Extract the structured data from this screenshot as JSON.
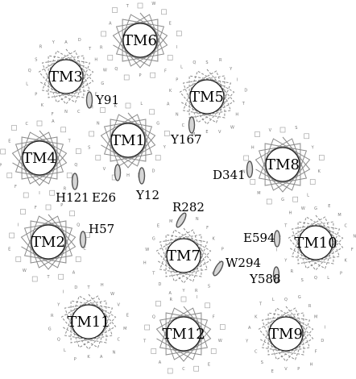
{
  "helices": [
    {
      "id": "tm6",
      "label": "TM6",
      "style": "solid"
    },
    {
      "id": "tm3",
      "label": "TM3",
      "style": "dashed"
    },
    {
      "id": "tm5",
      "label": "TM5",
      "style": "dashed"
    },
    {
      "id": "tm1",
      "label": "TM1",
      "style": "solid"
    },
    {
      "id": "tm4",
      "label": "TM4",
      "style": "solid"
    },
    {
      "id": "tm8",
      "label": "TM8",
      "style": "solid"
    },
    {
      "id": "tm2",
      "label": "TM2",
      "style": "solid"
    },
    {
      "id": "tm7",
      "label": "TM7",
      "style": "dashed"
    },
    {
      "id": "tm10",
      "label": "TM10",
      "style": "dashed"
    },
    {
      "id": "tm11",
      "label": "TM11",
      "style": "dashed"
    },
    {
      "id": "tm12",
      "label": "TM12",
      "style": "solid"
    },
    {
      "id": "tm9",
      "label": "TM9",
      "style": "dashed"
    }
  ],
  "residues": [
    {
      "id": "y91",
      "label": "Y91"
    },
    {
      "id": "y167",
      "label": "Y167"
    },
    {
      "id": "h121",
      "label": "H121"
    },
    {
      "id": "e26",
      "label": "E26"
    },
    {
      "id": "y12",
      "label": "Y12"
    },
    {
      "id": "d341",
      "label": "D341"
    },
    {
      "id": "h57",
      "label": "H57"
    },
    {
      "id": "r282",
      "label": "R282"
    },
    {
      "id": "w294",
      "label": "W294"
    },
    {
      "id": "e594",
      "label": "E594"
    },
    {
      "id": "y588",
      "label": "Y588"
    }
  ],
  "colors": {
    "wheel_line": "#8a8a8a",
    "circle_stroke": "#222222",
    "highlight_fill": "#d6d6d6",
    "highlight_stroke": "#555555",
    "text": "#000000"
  }
}
